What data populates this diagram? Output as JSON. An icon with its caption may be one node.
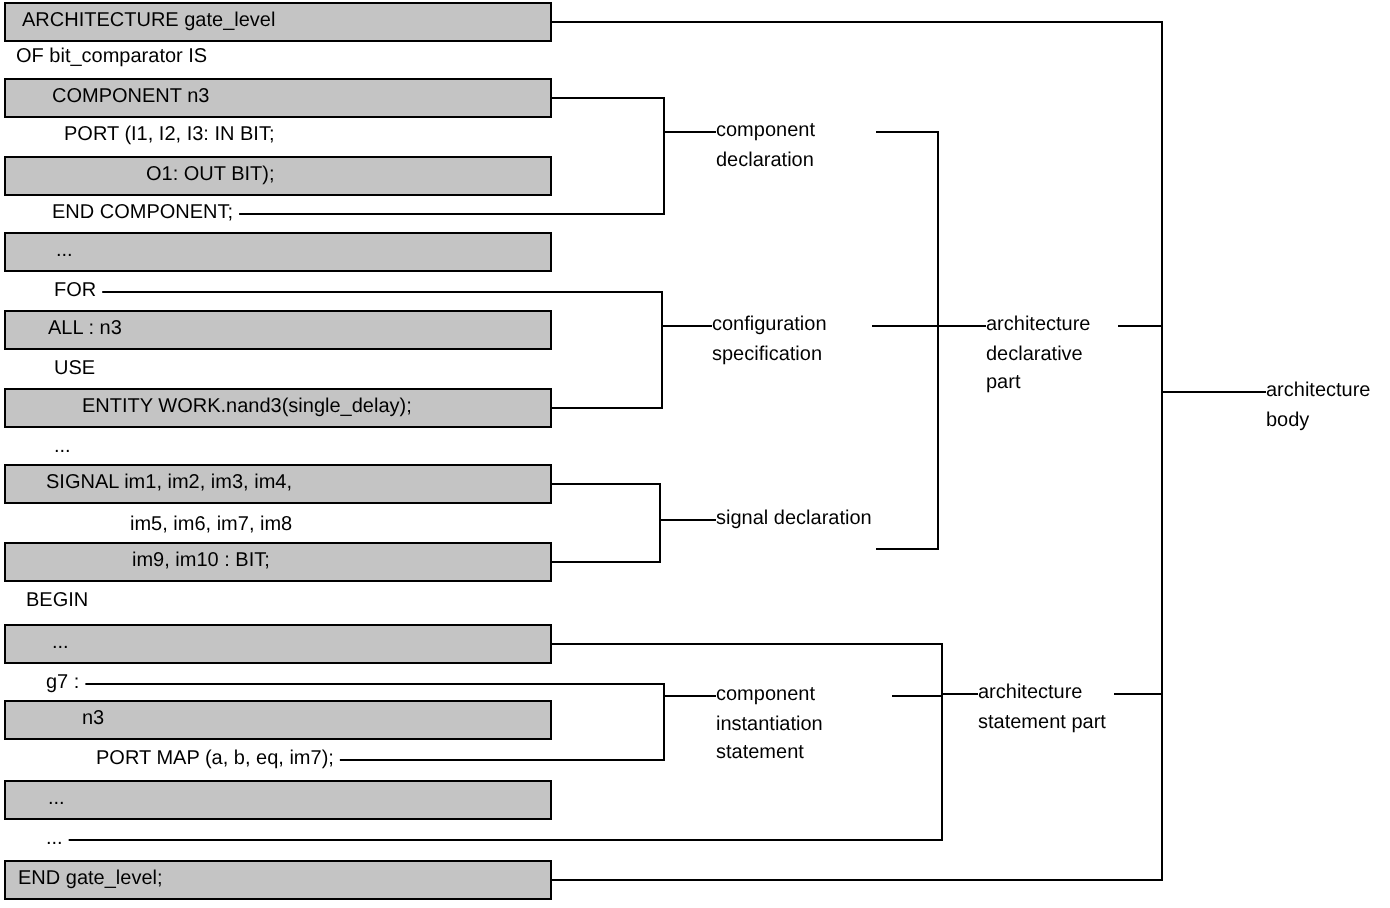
{
  "diagram": {
    "nodes": [
      {
        "text": [
          "ARCHITECTURE gate_level"
        ]
      },
      {
        "text": [
          "OF bit_comparator IS"
        ]
      },
      {
        "text": [
          "COMPONENT n3"
        ]
      },
      {
        "text": [
          "PORT (I1, I2, I3: IN BIT;"
        ]
      },
      {
        "text": [
          "O1: OUT BIT);"
        ]
      },
      {
        "text": [
          "END COMPONENT;"
        ]
      },
      {
        "text": [
          "..."
        ]
      },
      {
        "text": [
          "FOR"
        ]
      },
      {
        "text": [
          "ALL : n3"
        ]
      },
      {
        "text": [
          "USE"
        ]
      },
      {
        "text": [
          "ENTITY WORK.nand3(single_delay);"
        ]
      },
      {
        "text": [
          "..."
        ]
      },
      {
        "text": [
          "SIGNAL im1, im2, im3, im4,"
        ]
      },
      {
        "text": [
          "im5, im6, im7, im8"
        ]
      },
      {
        "text": [
          "im9, im10 : BIT;"
        ]
      },
      {
        "text": [
          "BEGIN"
        ]
      },
      {
        "text": [
          "..."
        ]
      },
      {
        "text": [
          "g7 :"
        ]
      },
      {
        "text": [
          "n3"
        ]
      },
      {
        "text": [
          "PORT MAP (a, b, eq, im7);"
        ]
      },
      {
        "text": [
          "..."
        ]
      },
      {
        "text": [
          "..."
        ]
      },
      {
        "text": [
          "END gate_level;"
        ]
      },
      {
        "text": [
          "component declaration"
        ]
      },
      {
        "text": [
          "configuration specification"
        ]
      },
      {
        "text": [
          "signal declaration"
        ]
      },
      {
        "text": [
          "architecture declarative part"
        ]
      },
      {
        "text": [
          "component instantiation statement"
        ]
      },
      {
        "text": [
          "architecture statement part"
        ]
      },
      {
        "text": [
          "architecture body"
        ]
      }
    ],
    "edges": [
      {
        "from": 2,
        "to": 23,
        "arrow": "none"
      },
      {
        "from": 5,
        "to": 23,
        "arrow": "none"
      },
      {
        "from": 7,
        "to": 24,
        "arrow": "none"
      },
      {
        "from": 10,
        "to": 24,
        "arrow": "none"
      },
      {
        "from": 12,
        "to": 25,
        "arrow": "none"
      },
      {
        "from": 14,
        "to": 25,
        "arrow": "none"
      },
      {
        "from": 23,
        "to": 26,
        "arrow": "none"
      },
      {
        "from": 24,
        "to": 26,
        "arrow": "none"
      },
      {
        "from": 25,
        "to": 26,
        "arrow": "none"
      },
      {
        "from": 17,
        "to": 27,
        "arrow": "none"
      },
      {
        "from": 19,
        "to": 27,
        "arrow": "none"
      },
      {
        "from": 16,
        "to": 28,
        "arrow": "none"
      },
      {
        "from": 21,
        "to": 28,
        "arrow": "none"
      },
      {
        "from": 27,
        "to": 28,
        "arrow": "none"
      },
      {
        "from": 0,
        "to": 29,
        "arrow": "none"
      },
      {
        "from": 26,
        "to": 29,
        "arrow": "none"
      },
      {
        "from": 28,
        "to": 29,
        "arrow": "none"
      },
      {
        "from": 22,
        "to": 29,
        "arrow": "none"
      }
    ]
  }
}
